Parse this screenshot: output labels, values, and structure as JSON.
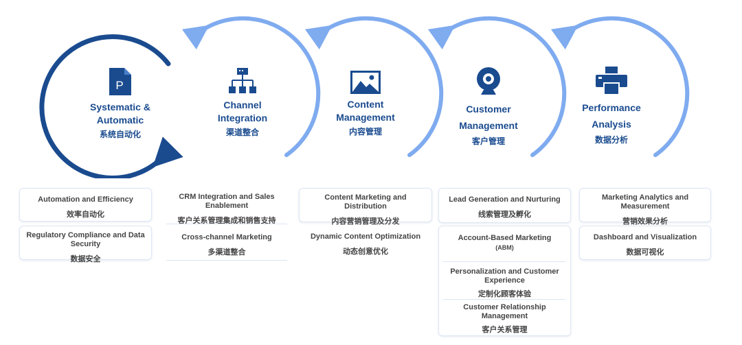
{
  "colors": {
    "dark_ring": "#1a4b8f",
    "light_ring": "#7fabef",
    "text_dark_blue": "#1a4b8f",
    "card_text": "#444444"
  },
  "stages": [
    {
      "icon": "document-p-icon",
      "en": "Systematic &\nAutomatic",
      "cn": "系统自动化"
    },
    {
      "icon": "hierarchy-icon",
      "en": "Channel\nIntegration",
      "cn": "渠道整合"
    },
    {
      "icon": "image-icon",
      "en": "Content\nManagement",
      "cn": "内容管理"
    },
    {
      "icon": "webcam-icon",
      "en": "Customer\nManagement",
      "cn": "客户管理"
    },
    {
      "icon": "printer-icon",
      "en": "Performance\nAnalysis",
      "cn": "数据分析"
    }
  ],
  "columns": [
    {
      "cards": [
        {
          "en": "Automation and Efficiency",
          "cn": "效率自动化"
        },
        {
          "en": "Regulatory Compliance and Data\nSecurity",
          "cn": "数据安全"
        }
      ]
    },
    {
      "cards": [
        {
          "en": "CRM Integration and Sales\nEnablement",
          "cn": "客户关系管理集成和销售支持"
        },
        {
          "en": "Cross-channel Marketing",
          "cn": "多渠道整合"
        }
      ]
    },
    {
      "cards": [
        {
          "en": "Content Marketing and\nDistribution",
          "cn": "内容营销管理及分发"
        },
        {
          "en": "Dynamic Content Optimization",
          "cn": "动态创意优化"
        }
      ]
    },
    {
      "cards": [
        {
          "en": "Lead Generation and Nurturing",
          "cn": "线索管理及孵化"
        },
        {
          "en": "Account-Based Marketing",
          "abbr": "(ABM)"
        },
        {
          "en": "Personalization and Customer\nExperience",
          "cn": "定制化顾客体验"
        },
        {
          "en": "Customer Relationship\nManagement",
          "cn": "客户关系管理"
        }
      ]
    },
    {
      "cards": [
        {
          "en": "Marketing Analytics and\nMeasurement",
          "cn": "营销效果分析"
        },
        {
          "en": "Dashboard and Visualization",
          "cn": "数据可视化"
        }
      ]
    }
  ]
}
